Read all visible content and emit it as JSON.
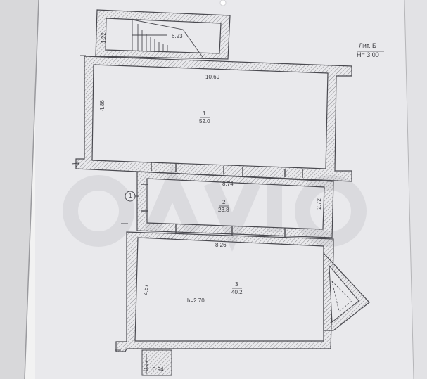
{
  "sheet": {
    "literal": "Лит. Б",
    "height_note": "H= 3.00"
  },
  "stair": {
    "dim_a": "1.22",
    "dim_b": "6.23"
  },
  "rooms": [
    {
      "id": "room-1",
      "number": "1",
      "area": "52.0",
      "width": "10.69",
      "depth": "4.86"
    },
    {
      "id": "room-2",
      "number": "2",
      "area": "23.8",
      "width": "8.74",
      "depth": "2.72"
    },
    {
      "id": "room-3",
      "number": "3",
      "area": "40.2",
      "width": "8.26",
      "depth": "4.87",
      "height": "h=2.70"
    }
  ],
  "marker": "1",
  "bottom": {
    "dim_a": "0.27",
    "dim_b": "0.94"
  }
}
